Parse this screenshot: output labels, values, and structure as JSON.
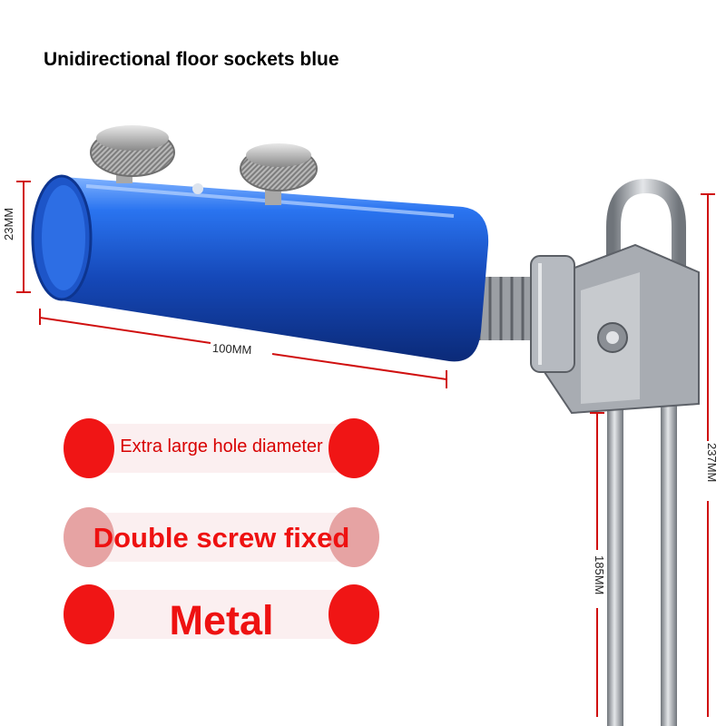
{
  "title": "Unidirectional floor sockets blue",
  "dimensions": {
    "diameter": "23MM",
    "length": "100MM",
    "total_height": "237MM",
    "leg_height": "185MM"
  },
  "features": [
    "Extra large hole diameter",
    "Double screw fixed",
    "Metal"
  ],
  "colors": {
    "tube_blue": "#1f5fd8",
    "accent_red": "#ee1111",
    "steel": "#b8bcc2"
  }
}
